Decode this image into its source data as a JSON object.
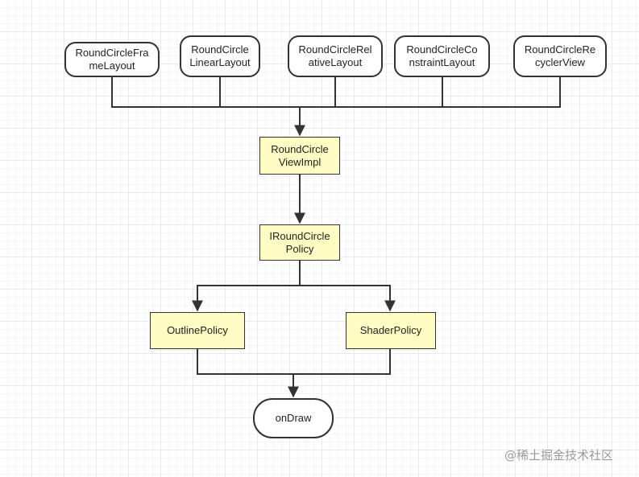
{
  "nodes": {
    "frame": "RoundCircleFra\nmeLayout",
    "linear": "RoundCircle\nLinearLayout",
    "relative": "RoundCircleRel\nativeLayout",
    "constraint": "RoundCircleCo\nnstraintLayout",
    "recycler": "RoundCircleRe\ncyclerView",
    "impl": "RoundCircle\nViewImpl",
    "policy": "IRoundCircle\nPolicy",
    "outline": "OutlinePolicy",
    "shader": "ShaderPolicy",
    "ondraw": "onDraw"
  },
  "watermark": "@稀土掘金技术社区",
  "colors": {
    "stroke": "#333333",
    "highlight_fill": "#fffdc4",
    "node_fill": "#ffffff"
  }
}
